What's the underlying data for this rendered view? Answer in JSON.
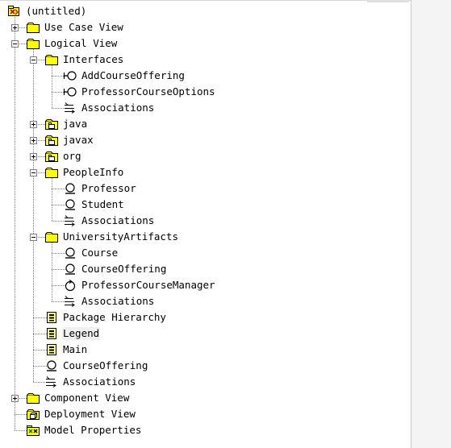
{
  "tree": {
    "root": {
      "label": "(untitled)",
      "icon": "model-root-icon"
    },
    "items": [
      {
        "label": "Use Case View",
        "icon": "folder-icon",
        "depth": 1,
        "toggle": "plus"
      },
      {
        "label": "Logical View",
        "icon": "folder-icon",
        "depth": 1,
        "toggle": "minus"
      },
      {
        "label": "Interfaces",
        "icon": "folder-icon",
        "depth": 2,
        "toggle": "minus"
      },
      {
        "label": "AddCourseOffering",
        "icon": "interface-icon",
        "depth": 3
      },
      {
        "label": "ProfessorCourseOptions",
        "icon": "interface-icon",
        "depth": 3
      },
      {
        "label": "Associations",
        "icon": "associations-icon",
        "depth": 3
      },
      {
        "label": "java",
        "icon": "package-folder-icon",
        "depth": 2,
        "toggle": "plus"
      },
      {
        "label": "javax",
        "icon": "package-folder-icon",
        "depth": 2,
        "toggle": "plus"
      },
      {
        "label": "org",
        "icon": "package-folder-icon",
        "depth": 2,
        "toggle": "plus"
      },
      {
        "label": "PeopleInfo",
        "icon": "folder-icon",
        "depth": 2,
        "toggle": "minus"
      },
      {
        "label": "Professor",
        "icon": "entity-icon",
        "depth": 3
      },
      {
        "label": "Student",
        "icon": "entity-icon",
        "depth": 3
      },
      {
        "label": "Associations",
        "icon": "associations-icon",
        "depth": 3
      },
      {
        "label": "UniversityArtifacts",
        "icon": "folder-icon",
        "depth": 2,
        "toggle": "minus"
      },
      {
        "label": "Course",
        "icon": "entity-icon",
        "depth": 3
      },
      {
        "label": "CourseOffering",
        "icon": "entity-icon",
        "depth": 3
      },
      {
        "label": "ProfessorCourseManager",
        "icon": "control-icon",
        "depth": 3
      },
      {
        "label": "Associations",
        "icon": "associations-icon",
        "depth": 3
      },
      {
        "label": "Package Hierarchy",
        "icon": "diagram-icon",
        "depth": 2
      },
      {
        "label": "Legend",
        "icon": "diagram-icon",
        "depth": 2,
        "selected": true
      },
      {
        "label": "Main",
        "icon": "diagram-icon",
        "depth": 2
      },
      {
        "label": "CourseOffering",
        "icon": "entity-icon",
        "depth": 2
      },
      {
        "label": "Associations",
        "icon": "associations-icon",
        "depth": 2
      },
      {
        "label": "Component View",
        "icon": "folder-icon",
        "depth": 1,
        "toggle": "plus"
      },
      {
        "label": "Deployment View",
        "icon": "deployment-icon",
        "depth": 1
      },
      {
        "label": "Model Properties",
        "icon": "model-properties-icon",
        "depth": 1
      }
    ]
  },
  "colors": {
    "folder_fill": "#ffff00",
    "folder_stroke": "#000000",
    "diagram_fill": "#ffff80",
    "root_fill": "#ffff00",
    "root_accent": "#cc0000",
    "guides": "#808080"
  }
}
